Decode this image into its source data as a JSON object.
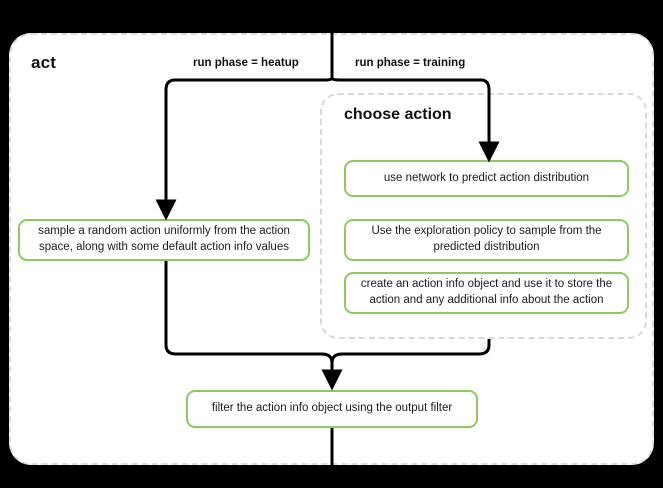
{
  "diagram": {
    "type": "flowchart",
    "title": "act",
    "background_color": "#000000",
    "container_fill": "#ffffff",
    "container_border_color": "#dcdcdc",
    "box_border_color": "#8ec95e",
    "line_color": "#000000",
    "outer_group": {
      "label": "act"
    },
    "inner_group": {
      "label": "choose action"
    },
    "edge_labels": [
      {
        "name": "heatup-branch-label",
        "text": "run phase = heatup"
      },
      {
        "name": "training-branch-label",
        "text": "run phase = training"
      }
    ],
    "nodes": [
      {
        "id": "sample-random-action",
        "text": "sample a random action uniformly from the action space, along with some default action info values",
        "group": "act"
      },
      {
        "id": "use-network",
        "text": "use network to predict action distribution",
        "group": "choose action"
      },
      {
        "id": "exploration-policy",
        "text": "Use the exploration policy to sample from the predicted distribution",
        "group": "choose action"
      },
      {
        "id": "create-action-info",
        "text": "create an action info object and use it to store the action and any additional info about the action",
        "group": "choose action"
      },
      {
        "id": "filter-action-info",
        "text": "filter the action info object using the output filter",
        "group": "act"
      }
    ]
  }
}
